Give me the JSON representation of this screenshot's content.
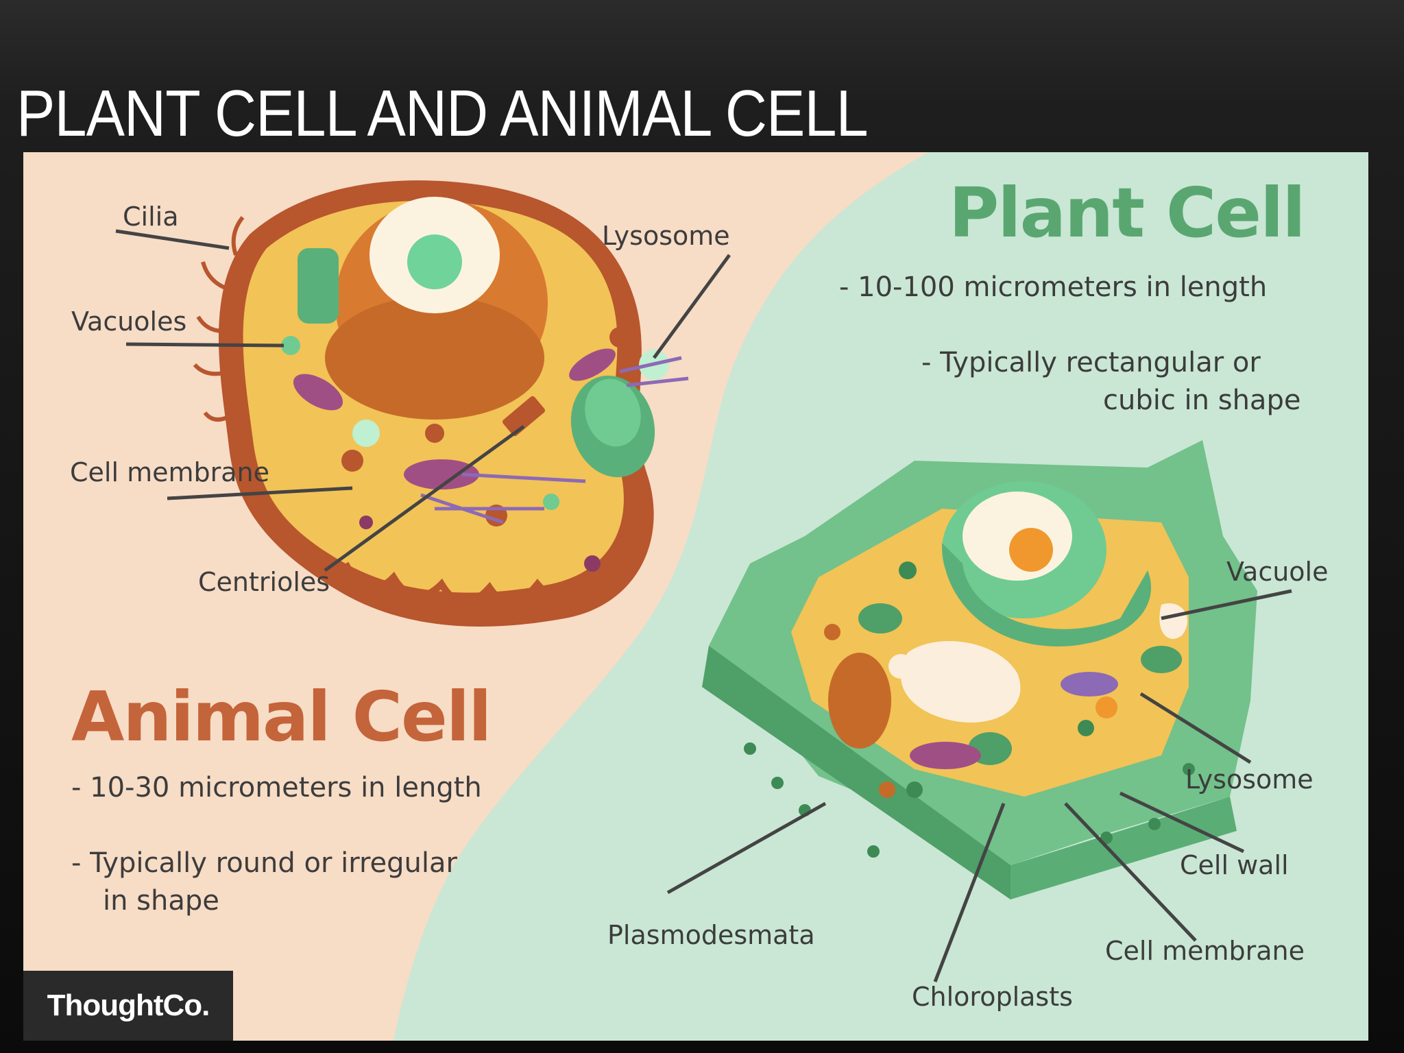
{
  "slide": {
    "title": "PLANT CELL AND ANIMAL CELL"
  },
  "animal": {
    "heading": "Animal Cell",
    "notes": [
      "- 10-30 micrometers in length",
      "- Typically round or irregular",
      "in shape"
    ],
    "labels": {
      "cilia": "Cilia",
      "lysosome": "Lysosome",
      "vacuoles": "Vacuoles",
      "cell_membrane": "Cell membrane",
      "centrioles": "Centrioles"
    }
  },
  "plant": {
    "heading": "Plant Cell",
    "notes": [
      "- 10-100 micrometers in length",
      "- Typically rectangular or",
      "cubic in shape"
    ],
    "labels": {
      "vacuole": "Vacuole",
      "lysosome": "Lysosome",
      "cell_wall": "Cell wall",
      "cell_membrane": "Cell membrane",
      "chloroplasts": "Chloroplasts",
      "plasmodesmata": "Plasmodesmata"
    }
  },
  "logo": {
    "brand": "ThoughtCo."
  },
  "colors": {
    "animal_accent": "#c4643a",
    "plant_accent": "#5aa671",
    "animal_background": "#f7dcc6",
    "plant_background": "#c9e7d4"
  }
}
